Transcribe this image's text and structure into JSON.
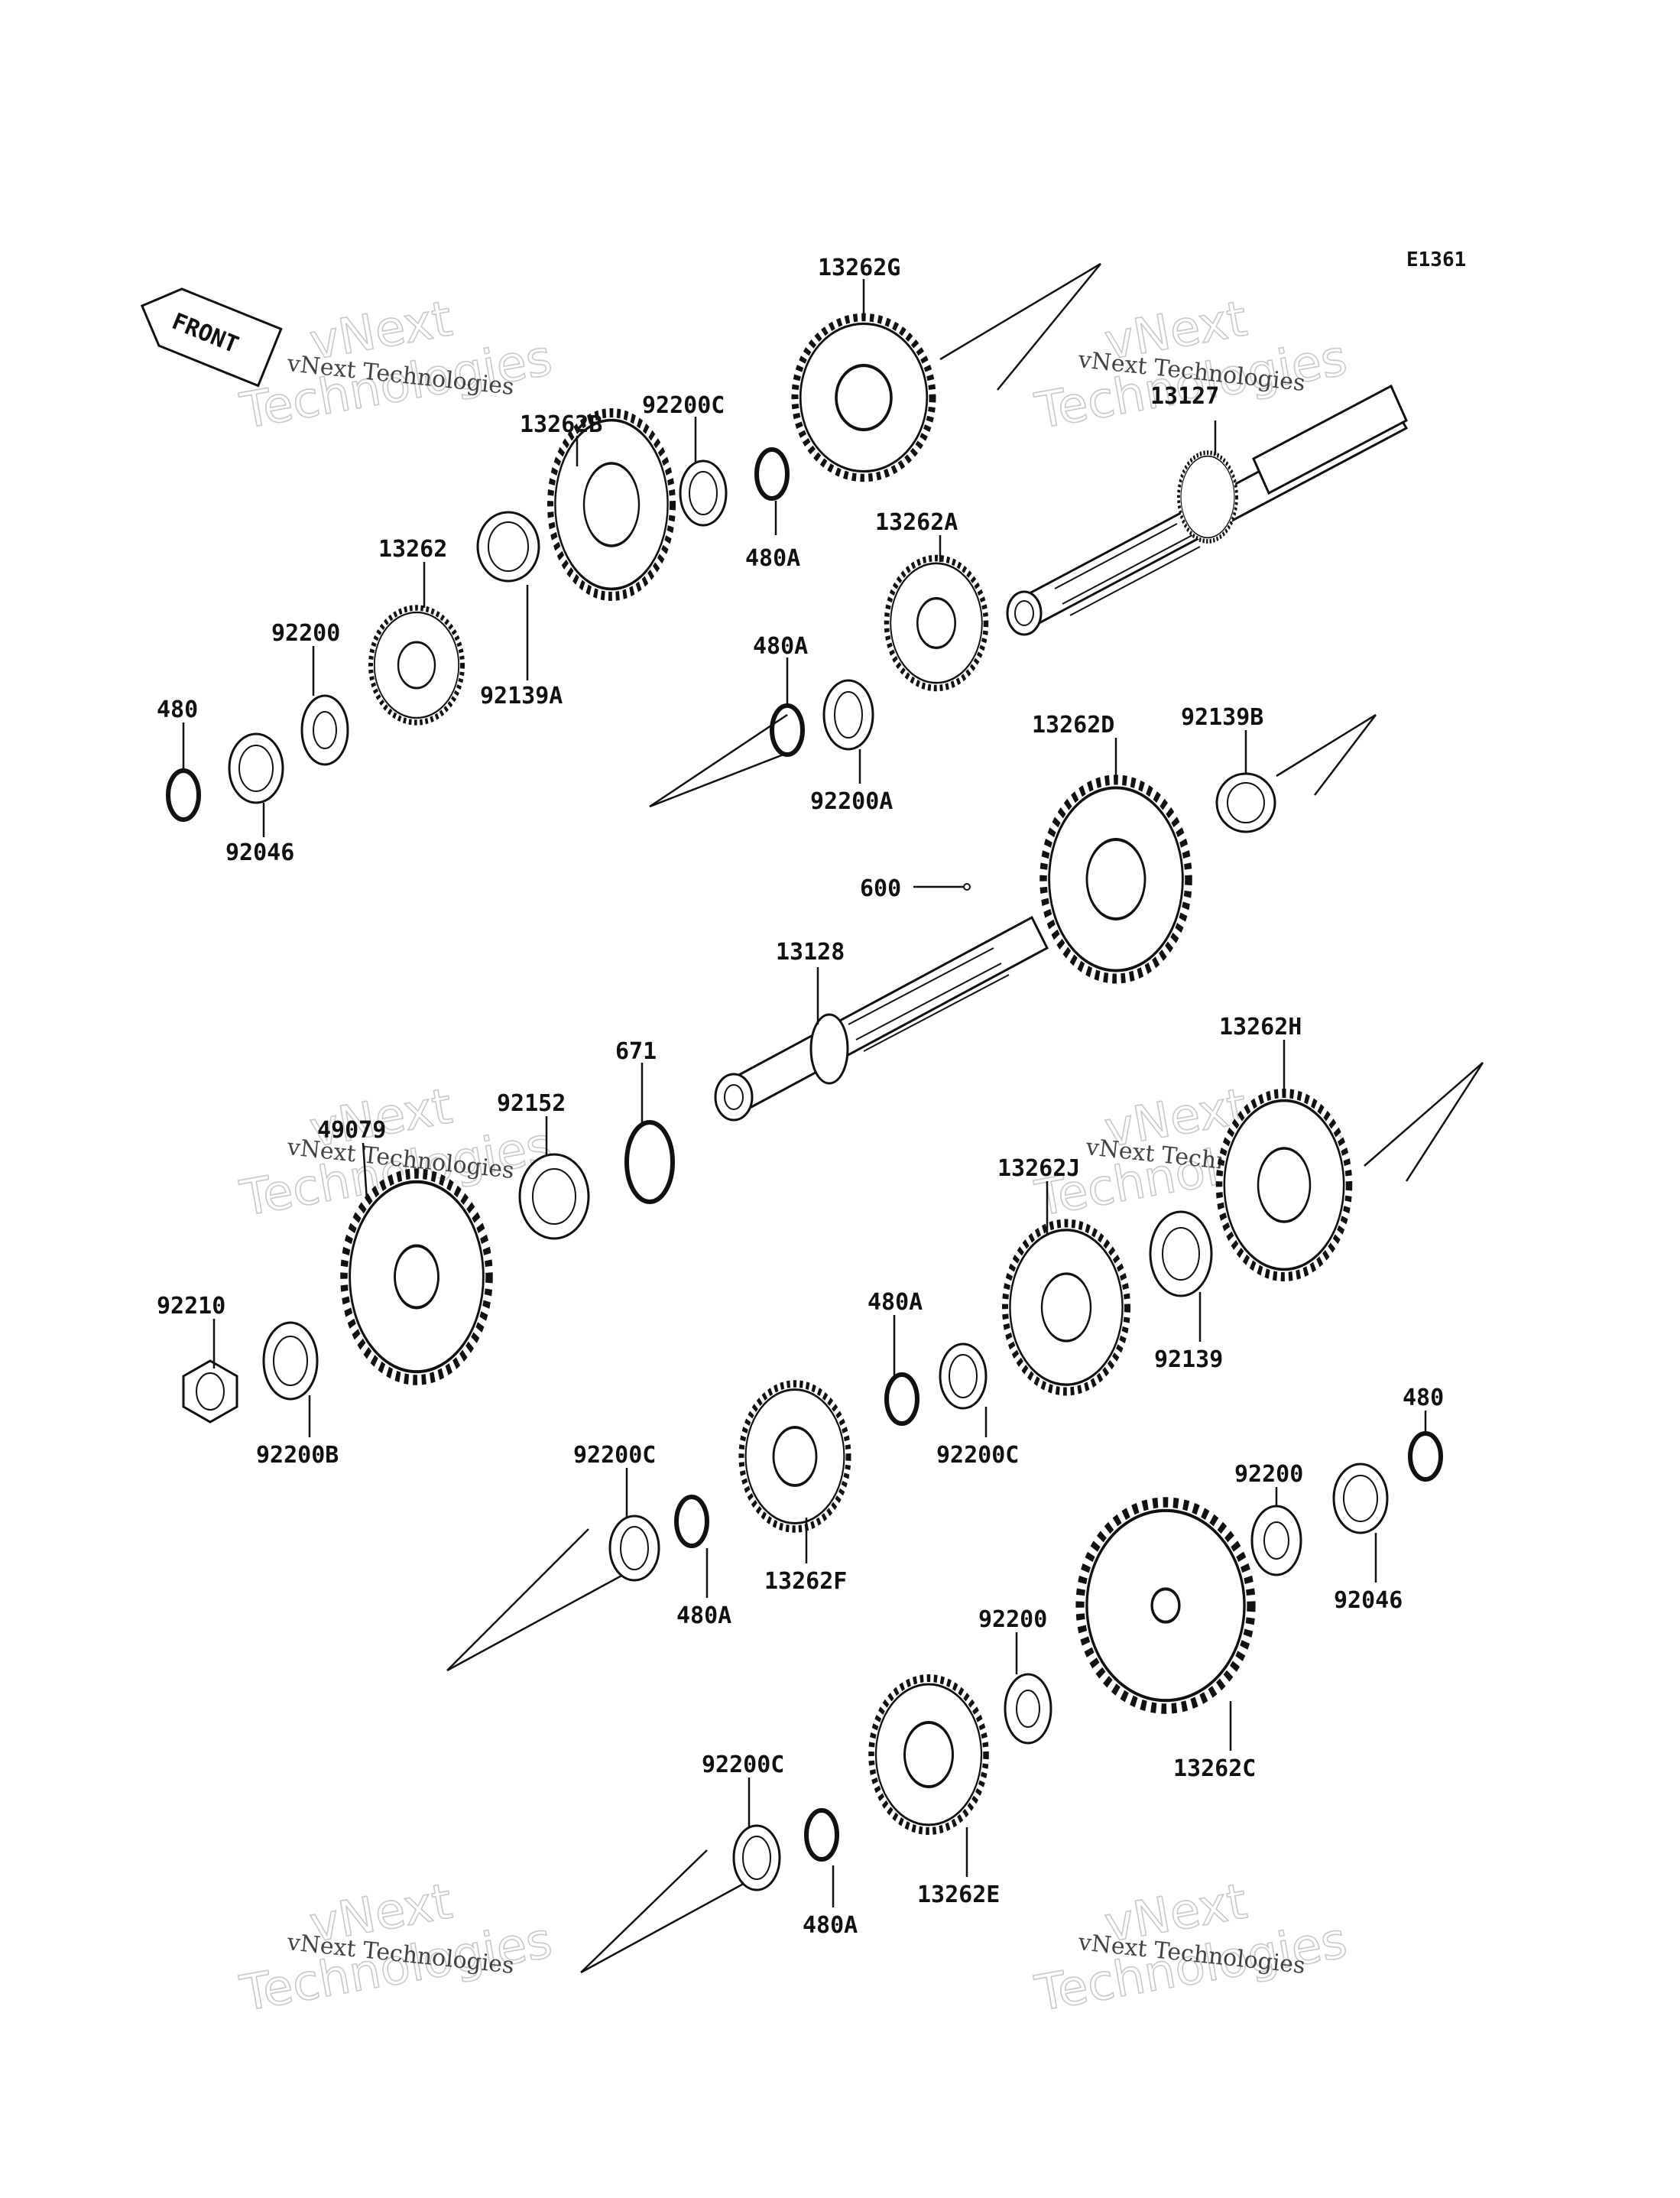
{
  "diagram": {
    "code": "E1361",
    "front_label": "FRONT",
    "watermark": {
      "line1": "vNext",
      "line2": "Technologies",
      "small": "vNext Technologies"
    },
    "labels": {
      "p13262G": "13262G",
      "p92200C_top": "92200C",
      "p480A_top": "480A",
      "p13262B": "13262B",
      "p13262": "13262",
      "p92139A": "92139A",
      "p92200_left": "92200",
      "p480_left": "480",
      "p92046_left": "92046",
      "p13127": "13127",
      "p13262A": "13262A",
      "p480A_mid": "480A",
      "p92200A": "92200A",
      "p13262D": "13262D",
      "p92139B": "92139B",
      "p600": "600",
      "p13128": "13128",
      "p671": "671",
      "p92152": "92152",
      "p49079": "49079",
      "p92210": "92210",
      "p92200B": "92200B",
      "p13262H": "13262H",
      "p13262J": "13262J",
      "p92139": "92139",
      "p480A_r": "480A",
      "p92200C_r": "92200C",
      "p13262F": "13262F",
      "p92200C_l": "92200C",
      "p480A_l": "480A",
      "p480_right": "480",
      "p92200_right": "92200",
      "p92046_right": "92046",
      "p92200_low": "92200",
      "p13262C": "13262C",
      "p92200C_bot": "92200C",
      "p480A_bot": "480A",
      "p13262E": "13262E"
    }
  }
}
